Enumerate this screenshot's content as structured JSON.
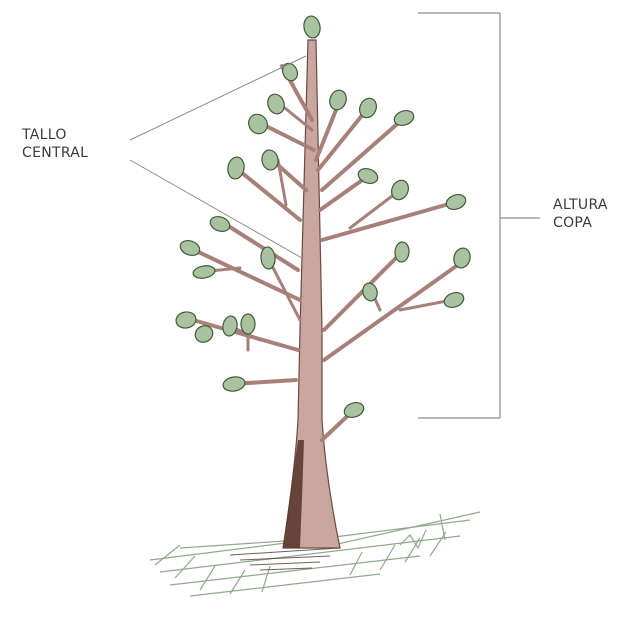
{
  "labels": {
    "central_stem": [
      "TALLO",
      "CENTRAL"
    ],
    "crown_height": [
      "ALTURA",
      "COPA"
    ]
  },
  "colors": {
    "trunk": "#c9a79f",
    "trunk_shadow": "#5b3a2e",
    "branch": "#b48c84",
    "leaf_fill": "#a9c3a0",
    "leaf_stroke": "#3f5a3a",
    "grass": "#7f9a78",
    "line": "#8c8c8c"
  }
}
